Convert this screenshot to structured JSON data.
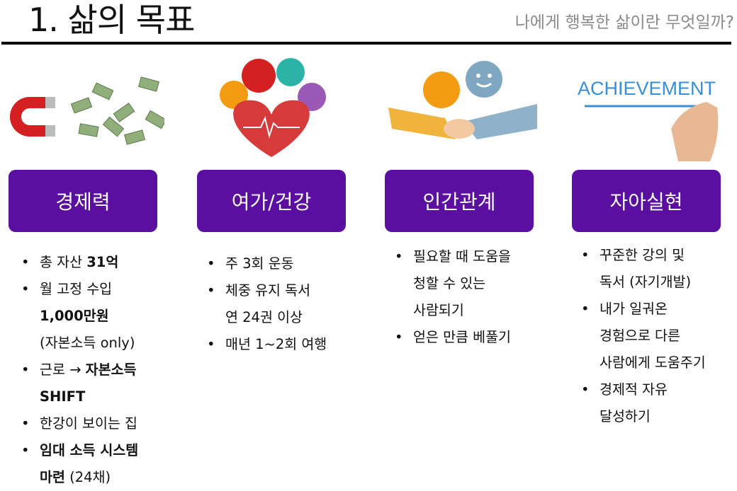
{
  "header": {
    "title": "1. 삶의 목표",
    "subtitle": "나에게 행복한 삶이란 무엇일까?"
  },
  "colors": {
    "box": "#5a0fa0",
    "subtitle": "#8a8a8a"
  },
  "columns": [
    {
      "label": "경제력",
      "icon": "magnet-money-icon",
      "items": [
        [
          [
            {
              "t": "총 자산 "
            },
            {
              "t": "31억",
              "b": true
            }
          ]
        ],
        [
          [
            {
              "t": "월 고정 수입"
            }
          ],
          [
            {
              "t": "1,000만원",
              "b": true
            }
          ],
          [
            {
              "t": "(자본소득 only)"
            }
          ]
        ],
        [
          [
            {
              "t": "근로 → "
            },
            {
              "t": "자본소득",
              "b": true
            }
          ],
          [
            {
              "t": "SHIFT",
              "b": true
            }
          ]
        ],
        [
          [
            {
              "t": "한강이 보이는 집"
            }
          ]
        ],
        [
          [
            {
              "t": "임대 소득 시스템",
              "b": true
            }
          ],
          [
            {
              "t": "마련",
              "b": true
            },
            {
              "t": " (24채)"
            }
          ]
        ]
      ]
    },
    {
      "label": "여가/건강",
      "icon": "health-heart-icon",
      "items": [
        [
          [
            {
              "t": "주 3회 운동"
            }
          ]
        ],
        [
          [
            {
              "t": "체중 유지 독서"
            }
          ],
          [
            {
              "t": "연 24권 이상"
            }
          ]
        ],
        [
          [
            {
              "t": "매년 1~2회 여행"
            }
          ]
        ]
      ]
    },
    {
      "label": "인간관계",
      "icon": "handshake-icon",
      "items": [
        [
          [
            {
              "t": "필요할 때 도움을"
            }
          ],
          [
            {
              "t": "청할 수 있는"
            }
          ],
          [
            {
              "t": "사람되기"
            }
          ]
        ],
        [
          [
            {
              "t": "얻은 만큼 베풀기"
            }
          ]
        ]
      ]
    },
    {
      "label": "자아실현",
      "icon": "achievement-icon",
      "illus_text": "ACHIEVEMENT",
      "items": [
        [
          [
            {
              "t": "꾸준한 강의 및"
            }
          ],
          [
            {
              "t": "독서 (자기개발)"
            }
          ]
        ],
        [
          [
            {
              "t": "내가 일궈온"
            }
          ],
          [
            {
              "t": "경험으로 다른"
            }
          ],
          [
            {
              "t": "사람에게 도움주기"
            }
          ]
        ],
        [
          [
            {
              "t": "경제적 자유"
            }
          ],
          [
            {
              "t": "달성하기"
            }
          ]
        ]
      ]
    }
  ]
}
